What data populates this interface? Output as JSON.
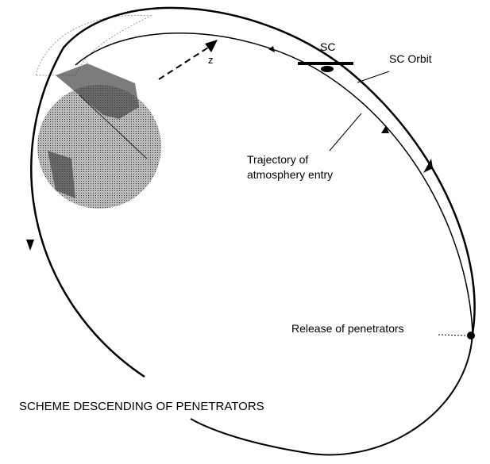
{
  "title": "SCHEME DESCENDING OF PENETRATORS",
  "labels": {
    "sc": "SC",
    "sc_orbit": "SC Orbit",
    "trajectory_line1": "Trajectory of",
    "trajectory_line2": "atmosphery entry",
    "release": "Release of penetrators",
    "z_axis": "z"
  }
}
